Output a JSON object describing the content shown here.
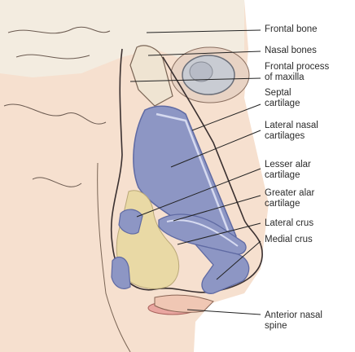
{
  "labels": {
    "frontal_bone": "Frontal bone",
    "nasal_bones": "Nasal bones",
    "frontal_process": "Frontal process\nof maxilla",
    "septal_cartilage": "Septal\ncartilage",
    "lateral_nasal_cartilages": "Lateral nasal\ncartilages",
    "lesser_alar_cartilage": "Lesser alar\ncartilage",
    "greater_alar_cartilage": "Greater alar\ncartilage",
    "lateral_crus": "Lateral crus",
    "medial_crus": "Medial crus",
    "anterior_nasal_spine": "Anterior nasal\nspine"
  },
  "colors": {
    "skin": "#f6e0cf",
    "bone": "#f3ece0",
    "cartilage": "#8d96c4",
    "cartilage_dark": "#5f6aa3",
    "fatty_tissue": "#e9d9a5",
    "eye": "#c9ccd3",
    "outline": "#3a3030",
    "leader": "#222222"
  }
}
